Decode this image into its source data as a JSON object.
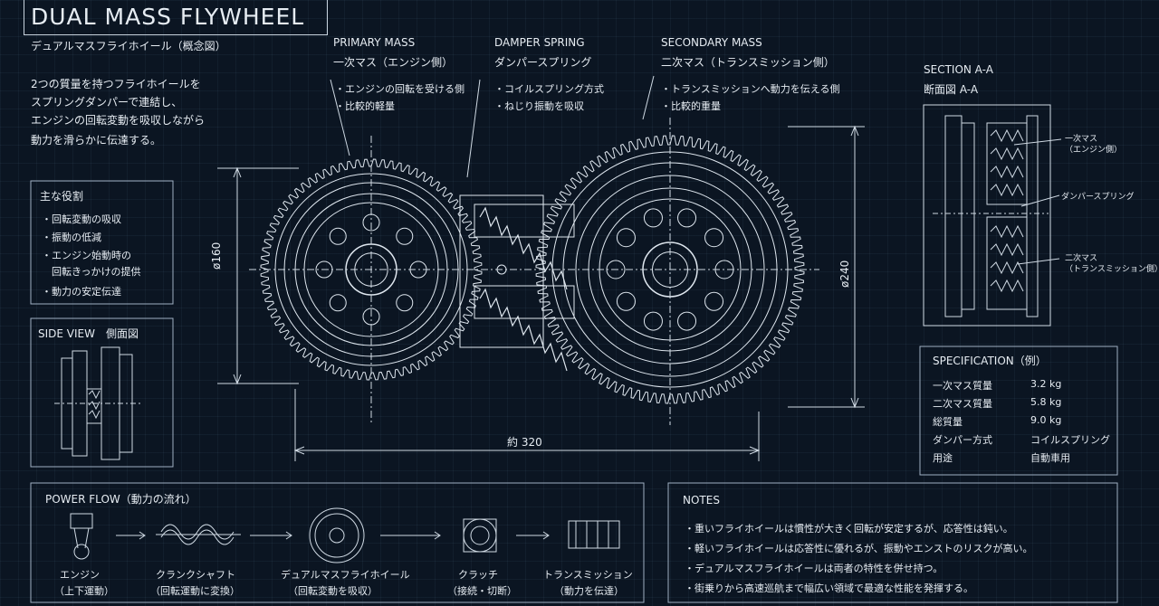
{
  "title": "DUAL MASS FLYWHEEL",
  "subtitle": "デュアルマスフライホイール（概念図）",
  "intro": [
    "2つの質量を持つフライホイールを",
    "スプリングダンパーで連結し、",
    "エンジンの回転変動を吸収しながら",
    "動力を滑らかに伝達する。"
  ],
  "roles": {
    "heading": "主な役割",
    "items": [
      "・回転変動の吸収",
      "・振動の低減",
      "・エンジン始動時の",
      "　回転きっかけの提供",
      "・動力の安定伝達"
    ]
  },
  "side_view": {
    "label": "SIDE VIEW　側面図"
  },
  "callouts": {
    "primary": {
      "en": "PRIMARY MASS",
      "jp": "一次マス（エンジン側）",
      "notes": [
        "・エンジンの回転を受ける側",
        "・比較的軽量"
      ]
    },
    "damper": {
      "en": "DAMPER SPRING",
      "jp": "ダンパースプリング",
      "notes": [
        "・コイルスプリング方式",
        "・ねじり振動を吸収"
      ]
    },
    "secondary": {
      "en": "SECONDARY MASS",
      "jp": "二次マス（トランスミッション側）",
      "notes": [
        "・トランスミッションへ動力を伝える側",
        "・比較的重量"
      ]
    }
  },
  "dimensions": {
    "d_primary": "ø160",
    "d_secondary": "ø240",
    "width": "約 320"
  },
  "section": {
    "en": "SECTION A-A",
    "jp": "断面図 A-A",
    "labels": [
      "一次マス",
      "（エンジン側）",
      "ダンパースプリング",
      "二次マス",
      "（トランスミッション側）"
    ]
  },
  "spec": {
    "heading": "SPECIFICATION（例）",
    "rows": [
      {
        "k": "一次マス質量",
        "v": "3.2 kg"
      },
      {
        "k": "二次マス質量",
        "v": "5.8 kg"
      },
      {
        "k": "総質量",
        "v": "9.0 kg"
      },
      {
        "k": "ダンパー方式",
        "v": "コイルスプリング"
      },
      {
        "k": "用途",
        "v": "自動車用"
      }
    ]
  },
  "power_flow": {
    "heading": "POWER FLOW（動力の流れ）",
    "steps": [
      {
        "name": "エンジン",
        "sub": "（上下運動）",
        "icon": "piston-icon"
      },
      {
        "name": "クランクシャフト",
        "sub": "（回転運動に変換）",
        "icon": "crankshaft-icon"
      },
      {
        "name": "デュアルマスフライホイール",
        "sub": "（回転変動を吸収）",
        "icon": "flywheel-icon"
      },
      {
        "name": "クラッチ",
        "sub": "（接続・切断）",
        "icon": "clutch-icon"
      },
      {
        "name": "トランスミッション",
        "sub": "（動力を伝達）",
        "icon": "transmission-icon"
      }
    ]
  },
  "notes": {
    "heading": "NOTES",
    "items": [
      "・重いフライホイールは慣性が大きく回転が安定するが、応答性は鈍い。",
      "・軽いフライホイールは応答性に優れるが、振動やエンストのリスクが高い。",
      "・デュアルマスフライホイールは両者の特性を併せ持つ。",
      "・街乗りから高速巡航まで幅広い領域で最適な性能を発揮する。"
    ]
  },
  "colors": {
    "background": "#0b1522",
    "line": "#dfe7ef",
    "frame": "#9fb0c2"
  }
}
